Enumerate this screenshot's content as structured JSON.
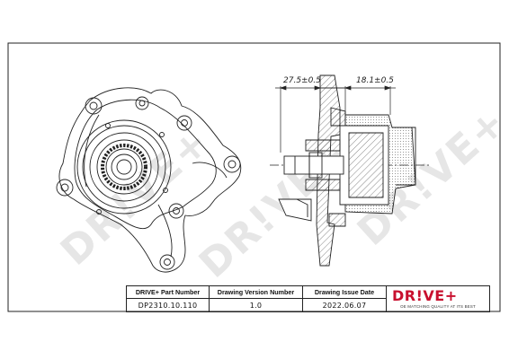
{
  "watermark": {
    "text": "DR!VE+"
  },
  "dimensions": {
    "left": "27.5±0.5",
    "right": "18.1±0.5"
  },
  "title_block": {
    "part_number_header": "DRIVE+ Part Number",
    "version_header": "Drawing Version Number",
    "issue_date_header": "Drawing Issue Date",
    "part_number": "DP2310.10.110",
    "version": "1.0",
    "issue_date": "2022.06.07"
  },
  "brand": {
    "logo": "DR!VE+",
    "tagline": "OE MATCHING QUALITY AT ITS BEST",
    "color": "#c8102e"
  }
}
